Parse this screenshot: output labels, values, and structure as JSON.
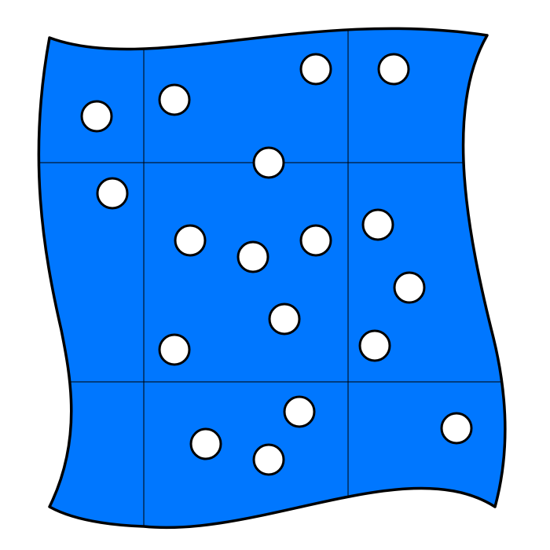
{
  "colors": {
    "sheet_fill": "#0077ff",
    "dot_fill": "#ffffff",
    "outline": "#000000",
    "background": "#ffffff"
  },
  "grid": {
    "columns": 3,
    "rows": 3
  },
  "dot_count_by_cell": [
    [
      1,
      2,
      1
    ],
    [
      1,
      5,
      3
    ],
    [
      0,
      3,
      1
    ]
  ]
}
